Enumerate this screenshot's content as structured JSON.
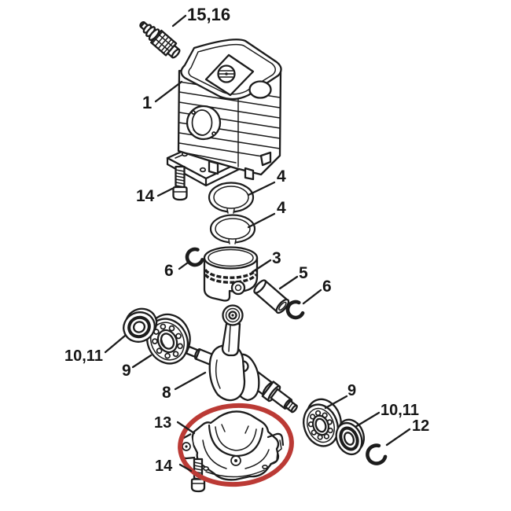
{
  "canvas": {
    "background": "#ffffff",
    "line_color": "#1c1c1c"
  },
  "highlight": {
    "color": "#bb3a35",
    "style": "ellipse-outline",
    "encircles_label": "13"
  },
  "labels": [
    {
      "text": "15,16"
    },
    {
      "text": "1"
    },
    {
      "text": "14"
    },
    {
      "text": "4"
    },
    {
      "text": "4"
    },
    {
      "text": "6"
    },
    {
      "text": "3"
    },
    {
      "text": "5"
    },
    {
      "text": "6"
    },
    {
      "text": "10,11"
    },
    {
      "text": "9"
    },
    {
      "text": "8"
    },
    {
      "text": "9"
    },
    {
      "text": "10,11"
    },
    {
      "text": "12"
    },
    {
      "text": "13"
    },
    {
      "text": "14"
    }
  ]
}
